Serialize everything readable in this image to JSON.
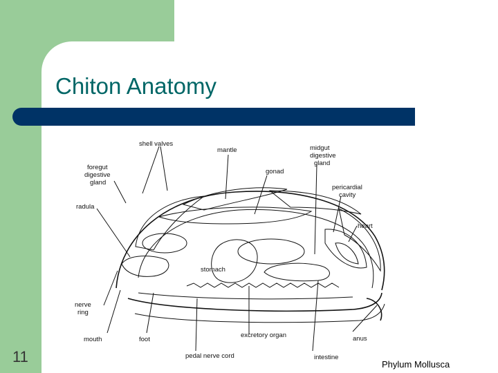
{
  "slide": {
    "title": "Chiton Anatomy",
    "number": "11",
    "footer": "Phylum Mollusca"
  },
  "colors": {
    "accent_green": "#99cc99",
    "title_text": "#006666",
    "title_bar": "#003366"
  },
  "diagram": {
    "labels": {
      "shell_valves": "shell valves",
      "mantle": "mantle",
      "midgut_1": "midgut",
      "midgut_2": "digestive",
      "midgut_3": "gland",
      "foregut_1": "foregut",
      "foregut_2": "digestive",
      "foregut_3": "gland",
      "gonad": "gonad",
      "pericardial_1": "pericardial",
      "pericardial_2": "cavity",
      "radula": "radula",
      "heart": "heart",
      "stomach": "stomach",
      "nerve_1": "nerve",
      "nerve_2": "ring",
      "mouth": "mouth",
      "foot": "foot",
      "excretory_organ": "excretory organ",
      "anus": "anus",
      "pedal_nerve_cord": "pedal nerve cord",
      "intestine": "intestine"
    }
  }
}
